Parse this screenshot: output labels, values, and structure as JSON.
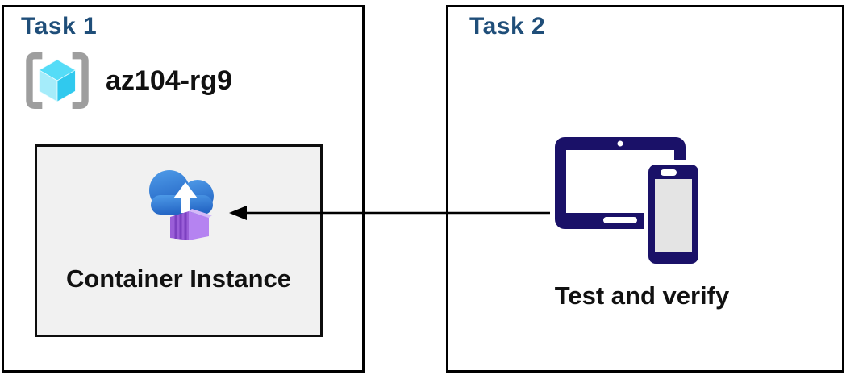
{
  "colors": {
    "heading_navy": "#1f4e79",
    "box_border": "#000000",
    "inner_card_fill": "#f1f1f1",
    "device_navy": "#1a1168",
    "bracket_gray": "#9e9e9e",
    "cloud_blue": "#2e7fd6",
    "container_purple": "#9a5ed8",
    "cube_cyan_top": "#55dcf7",
    "cube_cyan_left": "#a5ecfa",
    "cube_cyan_right": "#30c9ee"
  },
  "task1": {
    "title": "Task 1",
    "resource_group": {
      "name": "az104-rg9",
      "icon": "resource-group-icon"
    },
    "container_card": {
      "label": "Container Instance",
      "icon": "container-instance-icon"
    }
  },
  "task2": {
    "title": "Task 2",
    "caption": "Test and verify",
    "icon": "tablet-phone-icon"
  },
  "connector": {
    "type": "arrow",
    "direction": "right-to-left"
  }
}
